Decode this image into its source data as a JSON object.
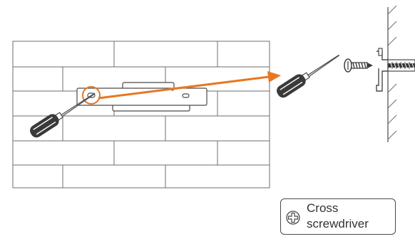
{
  "diagram": {
    "step": "fix the bracket to the wall with a cross screwdriver",
    "tool_label": {
      "line1": "Cross",
      "line2": "screwdriver"
    },
    "colors": {
      "arrow": "#e87722",
      "line": "#4a4a4a",
      "background": "#ffffff"
    },
    "icons": [
      "screwdriver-icon",
      "screw-icon",
      "phillips-cross-icon",
      "wall-anchor-icon"
    ]
  }
}
